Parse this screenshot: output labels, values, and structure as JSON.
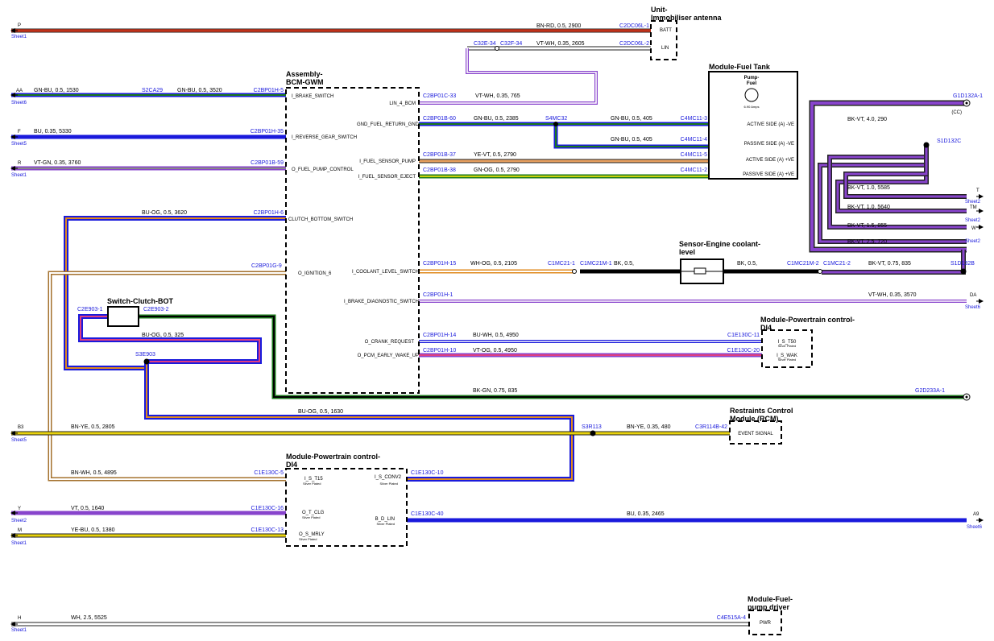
{
  "colors": {
    "RD": "#c0321a",
    "BN": "#a4722e",
    "GN": "#1c7a1c",
    "BU": "#1a1adc",
    "VT": "#8844cc",
    "WH": "#ffffff",
    "YE": "#e8d20c",
    "OG": "#e08a1e",
    "BK": "#000000",
    "GY": "#888888",
    "connector": "#1a1adc",
    "sheet": "#1a1adc"
  },
  "modules": {
    "immobiliser": {
      "title1": "Unit-",
      "title2": "Immobiliser antenna",
      "pins": [
        "BATT",
        "LIN"
      ]
    },
    "bcm": {
      "title1": "Assembly-",
      "title2": "BCM-GWM",
      "pins_left": [
        "I_BRAKE_SWITCH",
        "I_REVERSE_GEAR_SWITCH",
        "O_FUEL_PUMP_CONTROL",
        "CLUTCH_BOTTOM_SWITCH",
        "O_IGNITION_6"
      ],
      "pins_right": [
        "LIN_4_BCM",
        "GND_FUEL_RETURN_GND",
        "I_FUEL_SENSOR_PUMP",
        "I_FUEL_SENSOR_EJECT",
        "I_COOLANT_LEVEL_SWITCH",
        "I_BRAKE_DIAGNOSTIC_SWITCH",
        "O_CRANK_REQUEST",
        "O_PCM_EARLY_WAKE_UP"
      ]
    },
    "fuel_tank": {
      "title": "Module-Fuel Tank",
      "pump1": "Pump-",
      "pump2": "Fuel",
      "amps": "6.90 Amps",
      "pins": [
        "ACTIVE SIDE (A) -VE",
        "PASSIVE SIDE (A) -VE",
        "ACTIVE SIDE (A) +VE",
        "PASSIVE SIDE (A) +VE"
      ]
    },
    "coolant": {
      "title1": "Sensor-Engine coolant-",
      "title2": "level"
    },
    "clutch": {
      "title": "Switch-Clutch-BOT"
    },
    "pcm_top": {
      "title1": "Module-Powertrain control-",
      "title2": "DI4",
      "pins": [
        "I_S_T50",
        "I_S_WAK"
      ],
      "plating": "Silver Plated"
    },
    "rcm": {
      "title1": "Restraints Control",
      "title2": "Module (RCM)",
      "pin": "EVENT SIGNAL"
    },
    "pcm_bottom": {
      "title1": "Module-Powertrain control-",
      "title2": "DI4",
      "pins_left": [
        "I_S_T15",
        "O_T_CLG",
        "O_S_MRLY"
      ],
      "pins_right": [
        "I_S_CONV2",
        "B_D_LIN"
      ],
      "plating": "Silver Plated"
    },
    "fuel_pump_driver": {
      "title1": "Module-Fuel-",
      "title2": "pump driver",
      "pin": "PWR"
    }
  },
  "wire_labels": {
    "bn_rd": "BN-RD,  0.5,  2900",
    "vt_wh1": "VT-WH,  0.35,  2605",
    "vt_wh2": "VT-WH,  0.35,  765",
    "gn_bu1": "GN-BU,  0.5,  1530",
    "gn_bu2": "GN-BU,  0.5,  3520",
    "gn_bu3": "GN-BU,  0.5,  2385",
    "gn_bu4": "GN-BU,  0.5,  405",
    "gn_bu5": "GN-BU,  0.5,  405",
    "bu1": "BU,  0.35,  5330",
    "vt_gn": "VT-GN,  0.35,  3760",
    "ye_vt": "YE-VT,  0.5,  2790",
    "gn_og": "GN-OG,  0.5,  2790",
    "bu_og1": "BU-OG,  0.5,  3620",
    "bu_og2": "BU-OG,  0.5,  325",
    "bu_og3": "BU-OG,  0.5,  1630",
    "bk_vt1": "BK-VT,  4.0,  290",
    "bk_vt2": "BK-VT,  1.0,  5585",
    "bk_vt3": "BK-VT,  1.0,  5640",
    "bk_vt4": "BK-VT,  1.5,  855",
    "bk_vt5": "BK-VT,  2.5,  720",
    "bk_vt6": "BK-VT,  0.75,  835",
    "wh_og": "WH-OG,  0.5,  2105",
    "bk1": "BK,  0.5,",
    "bk2": "BK,  0.5,",
    "vt_wh3": "VT-WH,  0.35,  3570",
    "bu_wh": "BU-WH,  0.5,  4950",
    "vt_og": "VT-OG,  0.5,  4950",
    "bk_gn": "BK-GN,  0.75,  835",
    "bn_ye1": "BN-YE,  0.5,  2805",
    "bn_ye2": "BN-YE,  0.35,  480",
    "bn_wh": "BN-WH,  0.5,  4895",
    "vt": "VT,  0.5,  1640",
    "ye_bu": "YE-BU,  0.5,  1380",
    "bu2": "BU,  0.35,  2465",
    "wh": "WH,  2.5,  5525"
  },
  "connectors": {
    "c2dc06l1": "C2DC06L-1",
    "c2dc06l2": "C2DC06L-2",
    "c32e34": "C32E-34",
    "c32f34": "C32F-34",
    "s2ca29": "S2CA29",
    "c2bp01h5": "C2BP01H-5",
    "c2bp01c33": "C2BP01C-33",
    "c2bp01b60": "C2BP01B-60",
    "s4mc32": "S4MC32",
    "c4mc11_3": "C4MC11-3",
    "c4mc11_4": "C4MC11-4",
    "c4mc11_5": "C4MC11-5",
    "c4mc11_2": "C4MC11-2",
    "c2bp01h35": "C2BP01H-35",
    "c2bp01b59": "C2BP01B-59",
    "c2bp01b37": "C2BP01B-37",
    "c2bp01b38": "C2BP01B-38",
    "g1d132a1": "G1D132A-1",
    "s1d132c": "S1D132C",
    "s1d132b": "S1D132B",
    "c2bp01h6": "C2BP01H-6",
    "c2bp01g9": "C2BP01G-9",
    "c2bp01h15": "C2BP01H-15",
    "c1mc21_1": "C1MC21-1",
    "c1mc21m_1": "C1MC21M-1",
    "c1mc21m_2": "C1MC21M-2",
    "c1mc21_2": "C1MC21-2",
    "c2e903_1": "C2E903-1",
    "c2e903_2": "C2E903-2",
    "s3e903": "S3E903",
    "c2bp01h1": "C2BP01H-1",
    "c2bp01h14": "C2BP01H-14",
    "c2bp01h10": "C2BP01H-10",
    "c1e130c11": "C1E130C-11",
    "c1e130c20": "C1E130C-20",
    "g2d233a1": "G2D233A-1",
    "s3r113": "S3R113",
    "c3r114b42": "C3R114B-42",
    "c1e130c5": "C1E130C-5",
    "c1e130c10": "C1E130C-10",
    "c1e130c16": "C1E130C-16",
    "c1e130c13": "C1E130C-13",
    "c1e130c40": "C1E130C-40",
    "c4e515a4": "C4E515A-4"
  },
  "terminals": {
    "p": {
      "tag": "P",
      "sheet": "Sheet1"
    },
    "aa": {
      "tag": "AA",
      "sheet": "Sheet6"
    },
    "f": {
      "tag": "F",
      "sheet": "Sheet5"
    },
    "r": {
      "tag": "R",
      "sheet": "Sheet1"
    },
    "t": {
      "tag": "T",
      "sheet": "Sheet2"
    },
    "tm": {
      "tag": "TM",
      "sheet": "Sheet2"
    },
    "w": {
      "tag": "W",
      "sheet": "Sheet2"
    },
    "da": {
      "tag": "DA",
      "sheet": "Sheet6"
    },
    "b3": {
      "tag": "B3",
      "sheet": "Sheet5"
    },
    "y": {
      "tag": "Y",
      "sheet": "Sheet2"
    },
    "m": {
      "tag": "M",
      "sheet": "Sheet1"
    },
    "a9": {
      "tag": "A9",
      "sheet": "Sheet6"
    },
    "h": {
      "tag": "H",
      "sheet": "Sheet1"
    },
    "cc": "(CC)"
  }
}
